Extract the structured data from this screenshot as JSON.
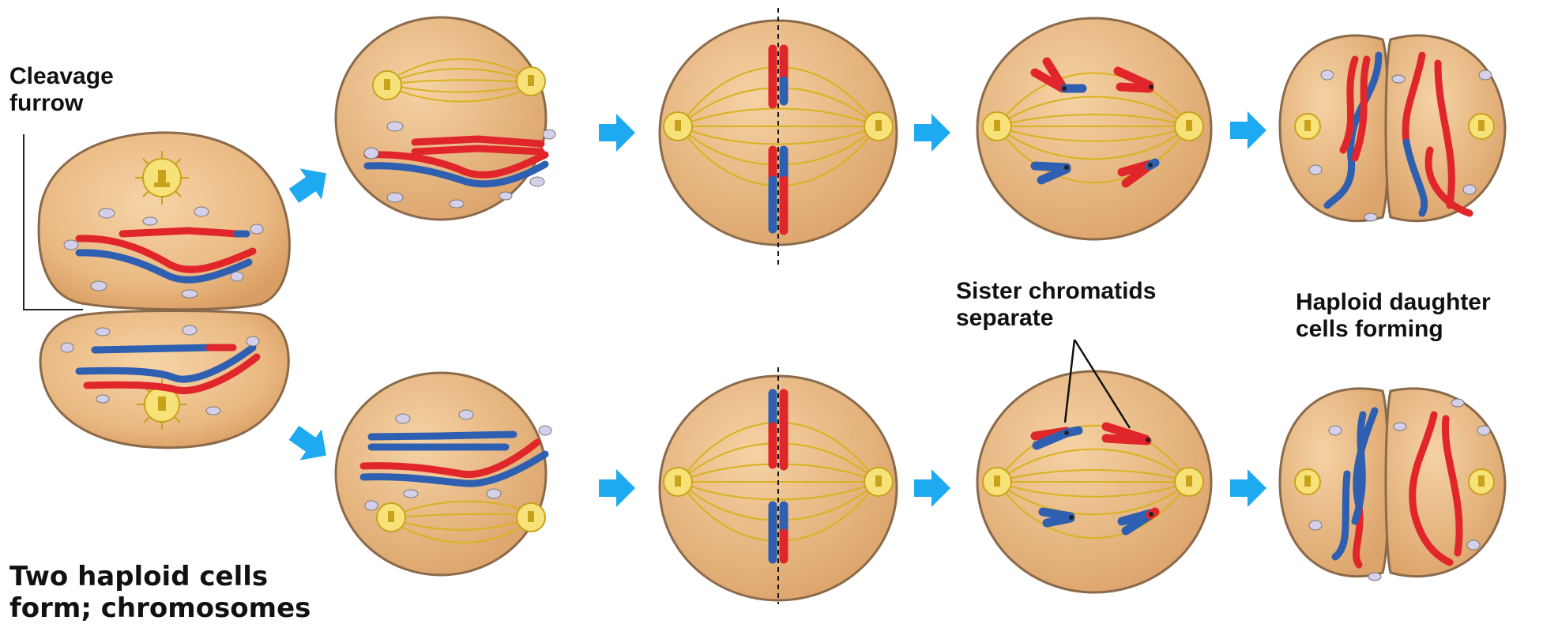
{
  "labels": {
    "cleavage_furrow": "Cleavage\nfurrow",
    "sister_chromatids": "Sister chromatids\nseparate",
    "haploid_daughter": "Haploid daughter\ncells forming",
    "two_haploid": "Two haploid cells\nform; chromosomes"
  },
  "colors": {
    "cell_fill": "#f2c38e",
    "cell_outline": "#8a6a4a",
    "chromosome_red": "#e0262a",
    "chromosome_blue": "#2e5fb0",
    "spindle": "#d8b21e",
    "arrow": "#1eaaf0",
    "vesicle": "#d4d0ea"
  },
  "icons": [
    "arrow-right-icon",
    "centrosome-icon",
    "vesicle-icon"
  ]
}
